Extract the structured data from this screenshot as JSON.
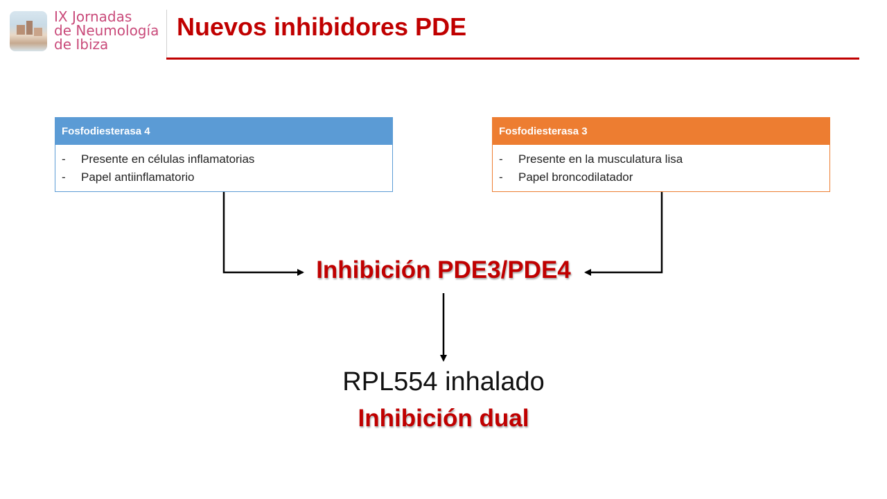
{
  "header": {
    "logo_lines": [
      "IX Jornadas",
      "de Neumología",
      "de Ibiza"
    ],
    "title": "Nuevos inhibidores PDE"
  },
  "boxes": [
    {
      "title": "Fosfodiesterasa 4",
      "items": [
        "Presente en células inflamatorias",
        "Papel antiinflamatorio"
      ],
      "color": "#5b9bd5"
    },
    {
      "title": "Fosfodiesterasa 3",
      "items": [
        "Presente en la musculatura lisa",
        "Papel broncodilatador"
      ],
      "color": "#ed7d31"
    }
  ],
  "center": {
    "heading": "Inhibición PDE3/PDE4"
  },
  "result": {
    "name": "RPL554 inhalado",
    "subtitle": "Inhibición dual"
  },
  "colors": {
    "accent": "#c00000",
    "logo": "#c94a7a"
  },
  "icons": {
    "logo": "ibiza-photo-icon"
  }
}
